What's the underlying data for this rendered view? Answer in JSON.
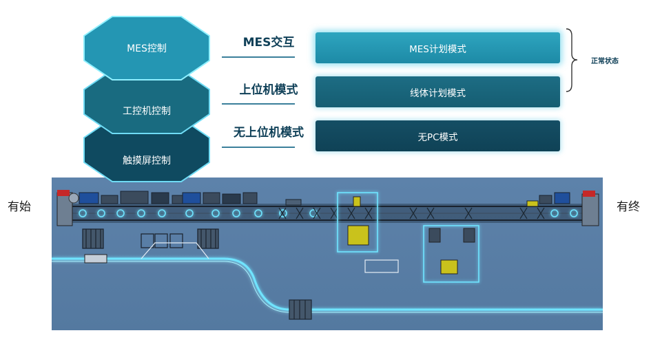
{
  "control_levels": [
    {
      "label": "MES控制"
    },
    {
      "label": "工控机控制"
    },
    {
      "label": "触摸屏控制"
    }
  ],
  "modes": [
    {
      "label": "MES交互",
      "bar": "MES计划模式"
    },
    {
      "label": "上位机模式",
      "bar": "线体计划模式"
    },
    {
      "label": "无上位机模式",
      "bar": "无PC模式"
    }
  ],
  "normal_state": "正常状态",
  "start_label": "有始",
  "end_label": "有终",
  "colors": {
    "accent": "#1d8aa6",
    "glow": "#5fe3ff",
    "dark_teal": "#0f4256",
    "panel_bg": "#5b7fa6"
  }
}
